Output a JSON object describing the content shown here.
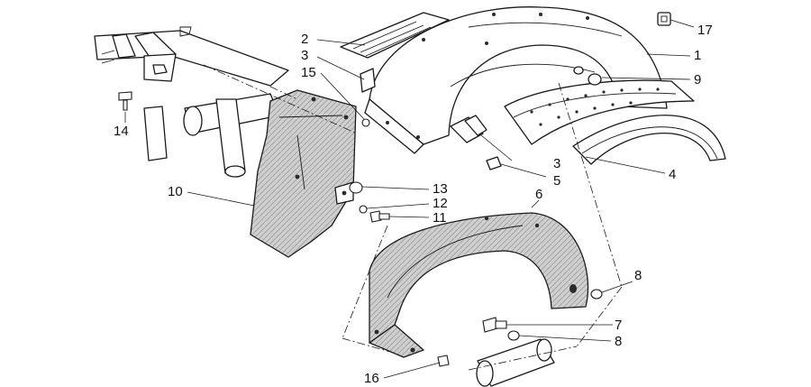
{
  "callouts": {
    "c1": "1",
    "c2": "2",
    "c3a": "3",
    "c3b": "3",
    "c4": "4",
    "c5": "5",
    "c6": "6",
    "c7": "7",
    "c8a": "8",
    "c8b": "8",
    "c9": "9",
    "c10": "10",
    "c11": "11",
    "c12": "12",
    "c13": "13",
    "c14": "14",
    "c15": "15",
    "c16": "16",
    "c17": "17"
  }
}
